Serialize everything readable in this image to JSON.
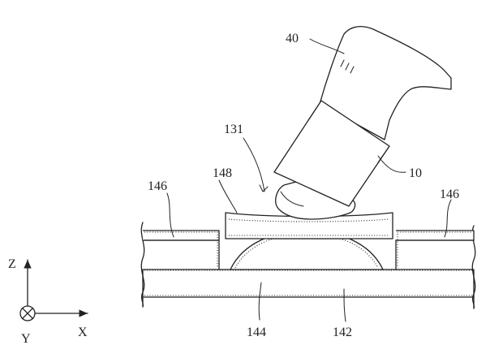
{
  "figure": {
    "labels": {
      "finger": "40",
      "cap": "131",
      "pad": "148",
      "sleeve": "10",
      "side_left": "146",
      "side_right": "146",
      "dome": "144",
      "base": "142"
    },
    "axes": {
      "z": "Z",
      "y": "Y",
      "x": "X"
    }
  }
}
